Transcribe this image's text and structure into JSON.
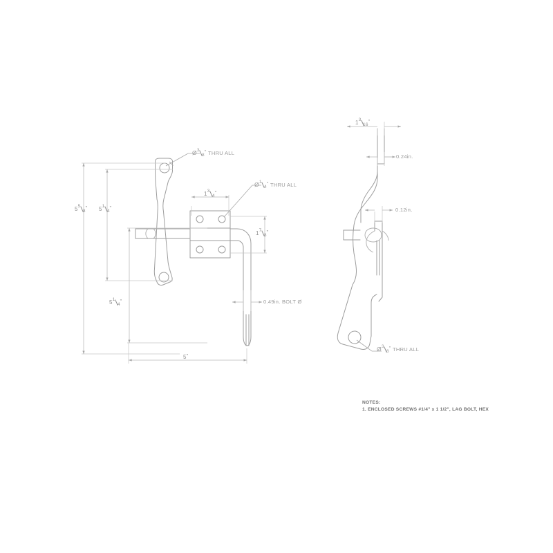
{
  "drawing": {
    "title": "Gate latch assembly — dimensioned engineering drawing",
    "background_color": "#ffffff",
    "line_color": "#9c9c9c",
    "dimension_color": "#b8b8b8",
    "text_color": "#8e8e8e"
  },
  "views": {
    "front": {
      "name": "Front view",
      "description": "Gate latch with vertical handle, horizontal slide rod, mounting plate with four screw holes, and curved bolt with forked tip"
    },
    "side": {
      "name": "Side view",
      "description": "S-curved handle profile with flat mounting foot"
    }
  },
  "dimensions": {
    "overall_height": {
      "whole": "5",
      "num": "5",
      "den": "8",
      "unit": "\"",
      "label": "5 5/8\""
    },
    "handle_height": {
      "whole": "5",
      "num": "1",
      "den": "4",
      "unit": "\"",
      "label": "5 1/4\""
    },
    "bolt_drop": {
      "whole": "5",
      "num": "1",
      "den": "4",
      "unit": "\"",
      "label": "5 1/4\""
    },
    "plate_width": {
      "whole": "1",
      "num": "3",
      "den": "4",
      "unit": "\"",
      "label": "1 3/4\""
    },
    "plate_height": {
      "whole": "1",
      "num": "7",
      "den": "8",
      "unit": "\"",
      "label": "1 7/8\""
    },
    "overall_width": {
      "whole": "5",
      "num": "",
      "den": "",
      "unit": "\"",
      "label": "5\""
    },
    "side_depth": {
      "whole": "1",
      "num": "3",
      "den": "16",
      "unit": "\"",
      "label": "1 3/16\""
    },
    "thickness_upper": {
      "label": "0.24in."
    },
    "thickness_lower": {
      "label": "0.12in."
    }
  },
  "annotations": {
    "handle_hole": {
      "symbol": "Ø",
      "whole": "",
      "num": "3",
      "den": "8",
      "unit": "\"",
      "suffix": "THRU ALL",
      "label": "Ø 3/8\" THRU ALL"
    },
    "plate_hole": {
      "symbol": "Ø",
      "num": "1",
      "den": "4",
      "unit": "\"",
      "suffix": "THRU ALL",
      "label": "Ø 1/4\" THRU ALL"
    },
    "bolt_diameter": {
      "label": "0.49in. BOLT Ø"
    },
    "foot_hole": {
      "symbol": "Ø",
      "num": "3",
      "den": "8",
      "unit": "\"",
      "suffix": "THRU ALL",
      "label": "Ø 3/8\" THRU ALL"
    }
  },
  "notes": {
    "heading": "NOTES:",
    "items": [
      "1.  ENCLOSED SCREWS #1/4\" x 1 1/2\", LAG BOLT, HEX"
    ]
  }
}
